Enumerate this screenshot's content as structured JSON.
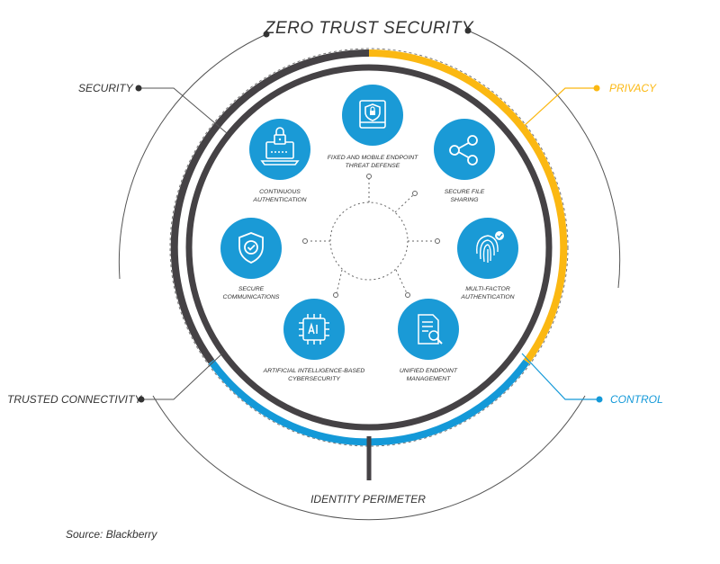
{
  "title": "ZERO TRUST SECURITY",
  "pillars": {
    "security": "SECURITY",
    "privacy": "PRIVACY",
    "control": "CONTROL",
    "trusted_connectivity": "TRUSTED CONNECTIVITY",
    "identity_perimeter": "IDENTITY PERIMETER"
  },
  "capabilities": [
    {
      "icon": "laptop-lock-icon",
      "lines": [
        "CONTINUOUS",
        "AUTHENTICATION"
      ]
    },
    {
      "icon": "device-shield-icon",
      "lines": [
        "FIXED AND MOBILE ENDPOINT",
        "THREAT DEFENSE"
      ]
    },
    {
      "icon": "share-icon",
      "lines": [
        "SECURE FILE",
        "SHARING"
      ]
    },
    {
      "icon": "fingerprint-check-icon",
      "lines": [
        "MULTI-FACTOR",
        "AUTHENTICATION"
      ]
    },
    {
      "icon": "document-search-icon",
      "lines": [
        "UNIFIED ENDPOINT",
        "MANAGEMENT"
      ]
    },
    {
      "icon": "ai-chip-icon",
      "lines": [
        "ARTIFICIAL INTELLIGENCE-BASED",
        "CYBERSECURITY"
      ]
    },
    {
      "icon": "shield-check-icon",
      "lines": [
        "SECURE",
        "COMMUNICATIONS"
      ]
    }
  ],
  "source": "Source: Blackberry",
  "colors": {
    "dark": "#454245",
    "privacy": "#fbb812",
    "control": "#1499d8",
    "icon_fill": "#1a9ad6",
    "text": "#2d2d2d"
  }
}
